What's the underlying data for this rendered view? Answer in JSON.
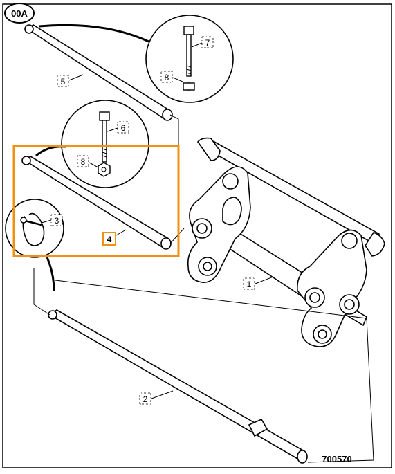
{
  "diagram": {
    "badge": "00A",
    "drawing_number": "700570",
    "parts": [
      {
        "id": "1",
        "label": "1"
      },
      {
        "id": "2",
        "label": "2"
      },
      {
        "id": "3",
        "label": "3"
      },
      {
        "id": "4",
        "label": "4"
      },
      {
        "id": "5",
        "label": "5"
      },
      {
        "id": "6",
        "label": "6"
      },
      {
        "id": "7",
        "label": "7"
      },
      {
        "id": "8a",
        "label": "8"
      },
      {
        "id": "8b",
        "label": "8"
      }
    ],
    "highlight": {
      "part": "4",
      "color": "#f29111"
    }
  }
}
